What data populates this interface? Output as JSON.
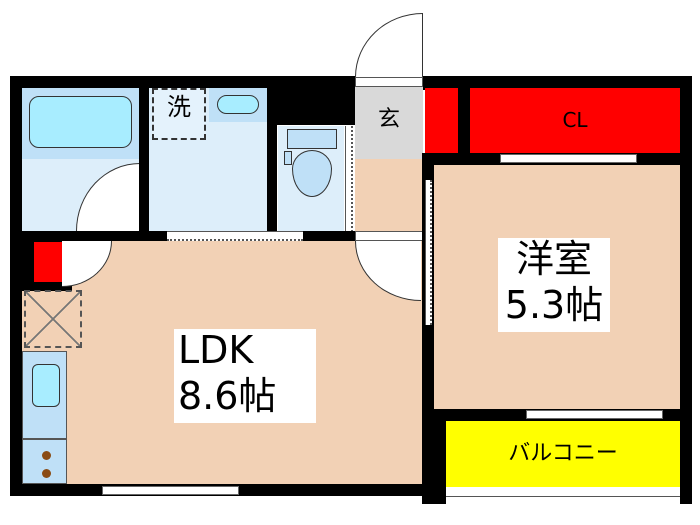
{
  "floorplan": {
    "rooms": {
      "ldk": {
        "name": "LDK",
        "size": "8.6帖"
      },
      "western": {
        "name": "洋室",
        "size": "5.3帖"
      },
      "closet": {
        "name": "CL"
      },
      "entrance": {
        "name": "玄"
      },
      "laundry": {
        "name": "洗"
      },
      "balcony": {
        "name": "バルコニー"
      }
    },
    "colors": {
      "wall": "#000000",
      "floor": "#f2d1b5",
      "bath": "#bfe0f7",
      "closet": "#ff0000",
      "balcony": "#ffff00",
      "entrance": "#d9d9d9"
    }
  }
}
